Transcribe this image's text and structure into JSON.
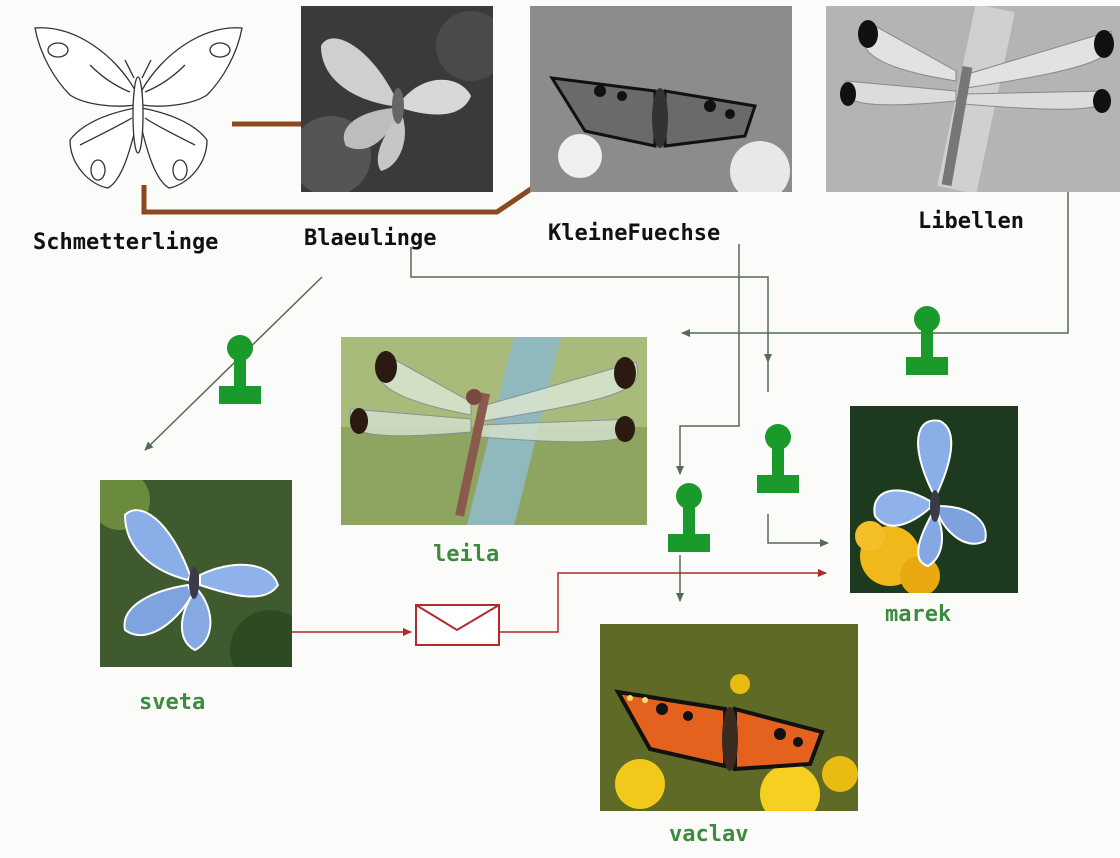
{
  "classes": {
    "schmetterlinge": "Schmetterlinge",
    "blaeulinge": "Blaeulinge",
    "kleinefuechse": "KleineFuechse",
    "libellen": "Libellen"
  },
  "users": {
    "sveta": "sveta",
    "leila": "leila",
    "marek": "marek",
    "vaclav": "vaclav"
  },
  "icons": {
    "stamp": "stamp-icon",
    "envelope": "envelope-icon",
    "butterfly_outline": "butterfly-outline-icon"
  },
  "colors": {
    "inheritance_arrow": "#8a4a1f",
    "flow_line": "#556b55",
    "message_line": "#b22a2a",
    "stamp": "#1a9a2a",
    "class_label": "#111111",
    "user_label": "#3e8a3e"
  }
}
